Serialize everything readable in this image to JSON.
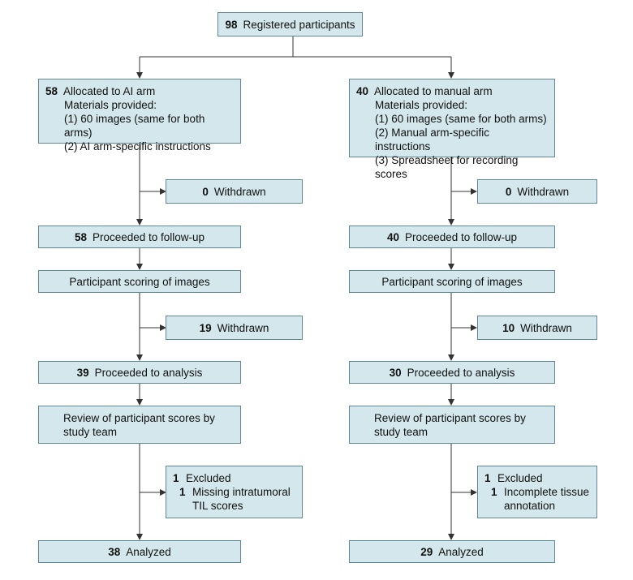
{
  "registered": {
    "n": "98",
    "label": "Registered participants"
  },
  "ai_arm": {
    "allocated": {
      "n": "58",
      "label": "Allocated to AI arm",
      "materials_label": "Materials provided:",
      "items": [
        "(1) 60 images (same for both arms)",
        "(2) AI arm-specific instructions"
      ]
    },
    "withdrawn_1": {
      "n": "0",
      "label": "Withdrawn"
    },
    "followup": {
      "n": "58",
      "label": "Proceeded to follow-up"
    },
    "scoring": {
      "label": "Participant scoring of images"
    },
    "withdrawn_2": {
      "n": "19",
      "label": "Withdrawn"
    },
    "analysis": {
      "n": "39",
      "label": "Proceeded to analysis"
    },
    "review": {
      "line1": "Review of participant scores by",
      "line2": "study team"
    },
    "excluded": {
      "n": "1",
      "label": "Excluded",
      "reason_n": "1",
      "reason_line1": "Missing intratumoral",
      "reason_line2": "TIL scores"
    },
    "analyzed": {
      "n": "38",
      "label": "Analyzed"
    }
  },
  "manual_arm": {
    "allocated": {
      "n": "40",
      "label": "Allocated to manual arm",
      "materials_label": "Materials provided:",
      "items": [
        "(1) 60 images (same for both arms)",
        "(2) Manual arm-specific instructions",
        "(3) Spreadsheet for recording scores"
      ]
    },
    "withdrawn_1": {
      "n": "0",
      "label": "Withdrawn"
    },
    "followup": {
      "n": "40",
      "label": "Proceeded to follow-up"
    },
    "scoring": {
      "label": "Participant scoring of images"
    },
    "withdrawn_2": {
      "n": "10",
      "label": "Withdrawn"
    },
    "analysis": {
      "n": "30",
      "label": "Proceeded to analysis"
    },
    "review": {
      "line1": "Review of participant scores by",
      "line2": "study team"
    },
    "excluded": {
      "n": "1",
      "label": "Excluded",
      "reason_n": "1",
      "reason_line1": "Incomplete tissue",
      "reason_line2": "annotation"
    },
    "analyzed": {
      "n": "29",
      "label": "Analyzed"
    }
  }
}
